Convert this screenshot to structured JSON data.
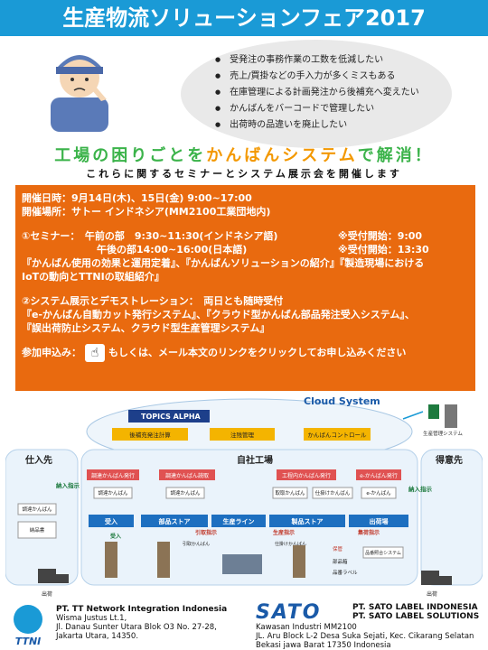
{
  "header": {
    "title": "生産物流ソリューションフェア2017"
  },
  "concerns": [
    "受発注の事務作業の工数を低減したい",
    "売上/買掛などの手入力が多くミスもある",
    "在庫管理による計画発注から後補充へ変えたい",
    "かんばんをバーコードで管理したい",
    "出荷時の品違いを廃止したい"
  ],
  "headline": {
    "part1": "工場の困りごとを",
    "part2": "かんばんシステム",
    "part3": "で解消！"
  },
  "subheadline": "これらに関するセミナーとシステム展示会を開催します",
  "info": {
    "date": "開催日時：9月14日(木)、15日(金) 9:00~17:00",
    "venue": "開催場所：サトー インドネシア(MM2100工業団地内)",
    "seminar1": "①セミナー：　午前の部　9:30~11:30(インドネシア語)",
    "seminar1_note": "※受付開始：9:00",
    "seminar2": "午後の部14:00~16:00(日本語)",
    "seminar2_note": "※受付開始：13:30",
    "topics1": "『かんばん使用の効果と運用定着』、『かんばんソリューションの紹介』『製造現場における",
    "topics2": "IoTの動向とTTNIの取組紹介』",
    "demo1": "②システム展示とデモストレーション：　両日とも随時受付",
    "demo2": "『e-かんばん自動カット発行システム』、『クラウド型かんばん部品発注受入システム』、",
    "demo3": "『誤出荷防止システム、クラウド型生産管理システム』",
    "apply_label": "参加申込み：",
    "apply_text": "もしくは、メール本文のリンクをクリックしてお申し込みください"
  },
  "diagram": {
    "cloud_title": "Cloud System",
    "topics_logo": "TOPICS ALPHA",
    "cloud_boxes": [
      "後補充発注計算",
      "注残管理",
      "かんばんコントロール"
    ],
    "server_label": "生産管理システム",
    "zones": {
      "left": "仕入先",
      "center": "自社工場",
      "right": "得意先"
    },
    "top_flow": [
      "調達かんばん発行",
      "調達かんばん読取",
      "工程内かんばん発行",
      "e-かんばん発行"
    ],
    "second_flow": [
      "調達かんばん",
      "調達かんばん",
      "取取かんばん",
      "仕掛けかんばん",
      "e-かんばん"
    ],
    "left_items": [
      "調達かんばん",
      "納品書"
    ],
    "stages": [
      "受入",
      "部品ストア",
      "生産ライン",
      "製品ストア",
      "出荷場"
    ],
    "labels": {
      "instr_in": "納入指示",
      "instr_out": "納入指示",
      "pickup": "引取指示",
      "prod": "生産指示",
      "collect": "集荷指示",
      "receive": "受入",
      "ship1": "出荷",
      "ship2": "出荷",
      "keep": "保管",
      "parts": "部品箱",
      "label": "品番ラベル",
      "parts_sys": "品番照合システム",
      "loc1": "引取かんばん",
      "loc2": "仕掛けかんばん"
    }
  },
  "footer": {
    "ttni_name": "PT. TT Network Integration Indonesia",
    "ttni_addr1": "Wisma Justus Lt.1,",
    "ttni_addr2": "Jl. Danau Sunter Utara Blok O3 No. 27-28,",
    "ttni_addr3": "Jakarta Utara, 14350.",
    "ttni_logo": "TTNI",
    "sato_logo": "SATO",
    "sato_addr1": "Kawasan Industri MM2100",
    "sato_addr2": "JL. Aru Block L-2 Desa Suka Sejati, Kec. Cikarang Selatan",
    "sato_addr3": "Bekasi jawa Barat 17350 Indonesia",
    "sato_name1": "PT. SATO LABEL INDONESIA",
    "sato_name2": "PT. SATO LABEL SOLUTIONS"
  },
  "colors": {
    "header": "#1a9ad6",
    "orange": "#e96a0f",
    "green": "#3bb34a",
    "accent": "#f39800",
    "red": "#c0392b"
  }
}
